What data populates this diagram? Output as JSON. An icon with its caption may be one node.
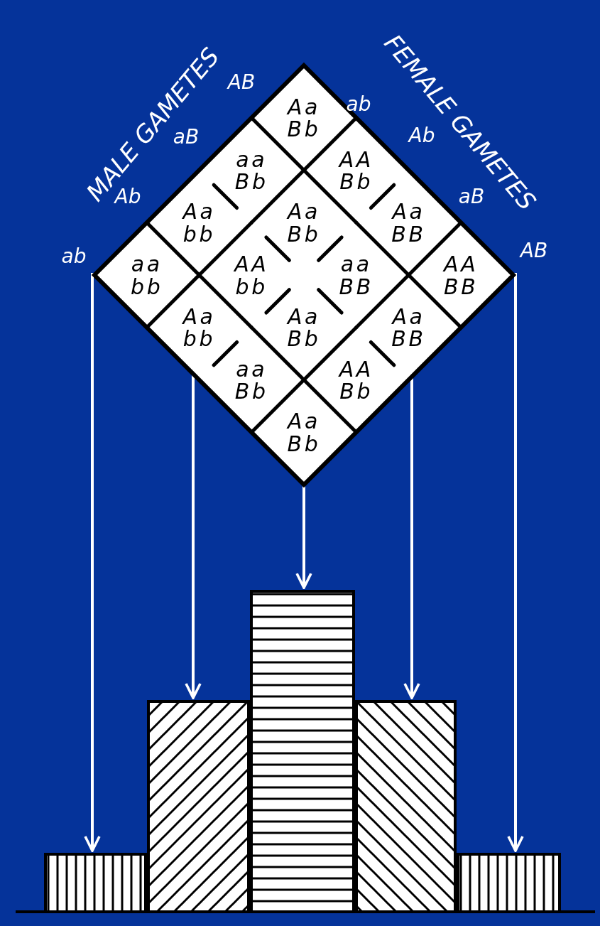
{
  "diagram": {
    "nodes": [
      {
        "text": [],
        "shape": "diamond"
      },
      {
        "text": [
          "Aa Bb"
        ],
        "in": 0
      },
      {
        "text": [
          "aa Bb"
        ],
        "in": 0
      },
      {
        "text": [
          "AA Bb"
        ],
        "in": 0
      },
      {
        "text": [
          "Aa bb"
        ],
        "in": 0
      },
      {
        "text": [
          "Aa Bb"
        ],
        "in": 0
      },
      {
        "text": [
          "Aa BB"
        ],
        "in": 0
      },
      {
        "text": [
          "aa bb"
        ],
        "in": 0
      },
      {
        "text": [
          "AA bb"
        ],
        "in": 0
      },
      {
        "text": [
          "aa BB"
        ],
        "in": 0
      },
      {
        "text": [
          "AA BB"
        ],
        "in": 0
      },
      {
        "text": [
          "Aa bb"
        ],
        "in": 0
      },
      {
        "text": [
          "Aa Bb"
        ],
        "in": 0
      },
      {
        "text": [
          "Aa BB"
        ],
        "in": 0
      },
      {
        "text": [
          "aa Bb"
        ],
        "in": 0
      },
      {
        "text": [
          "AA Bb"
        ],
        "in": 0
      },
      {
        "text": [
          "Aa Bb"
        ],
        "in": 0
      },
      {
        "text": [],
        "shape": "bar"
      },
      {
        "text": [],
        "shape": "bar"
      },
      {
        "text": [],
        "shape": "bar"
      },
      {
        "text": [],
        "shape": "bar"
      },
      {
        "text": [],
        "shape": "bar"
      }
    ],
    "edges": [
      {
        "from": 0,
        "to": 17,
        "arrow": "to"
      },
      {
        "from": 0,
        "to": 18,
        "arrow": "to"
      },
      {
        "from": 0,
        "to": 19,
        "arrow": "to"
      },
      {
        "from": 0,
        "to": 20,
        "arrow": "to"
      },
      {
        "from": 0,
        "to": 21,
        "arrow": "to"
      }
    ],
    "labels": [
      "MALE GAMETES",
      "AB",
      "aB",
      "Ab",
      "ab",
      "FEMALE GAMETES",
      "ab",
      "Ab",
      "aB",
      "AB"
    ]
  }
}
